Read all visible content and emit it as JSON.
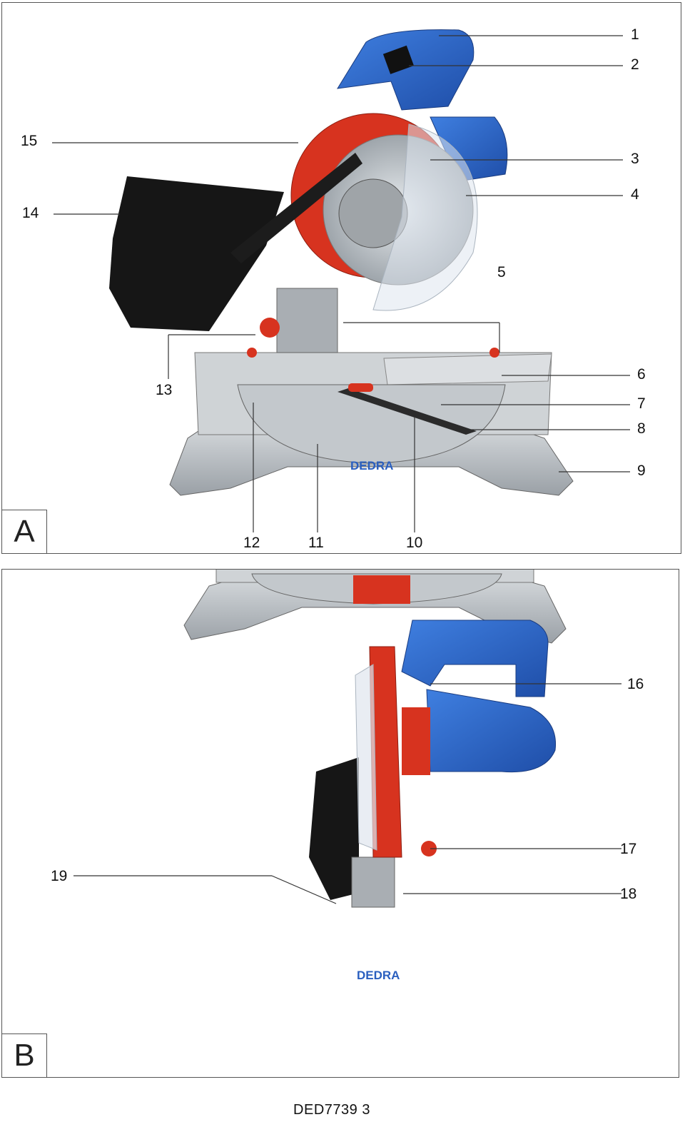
{
  "panel_a": {
    "letter": "A",
    "brand_logo": "DEDRA",
    "callouts": [
      "1",
      "2",
      "3",
      "4",
      "5",
      "6",
      "7",
      "8",
      "9",
      "10",
      "11",
      "12",
      "13",
      "14",
      "15"
    ]
  },
  "panel_b": {
    "letter": "B",
    "brand_logo": "DEDRA",
    "callouts": [
      "16",
      "17",
      "18",
      "19"
    ]
  },
  "footer": {
    "doc_code": "DED7739 3"
  },
  "colors": {
    "housing_blue": "#2a5fbf",
    "guard_red": "#d7331f",
    "base_silver": "#b7bcc1",
    "bag_black": "#161616",
    "line_gray": "#555555"
  }
}
